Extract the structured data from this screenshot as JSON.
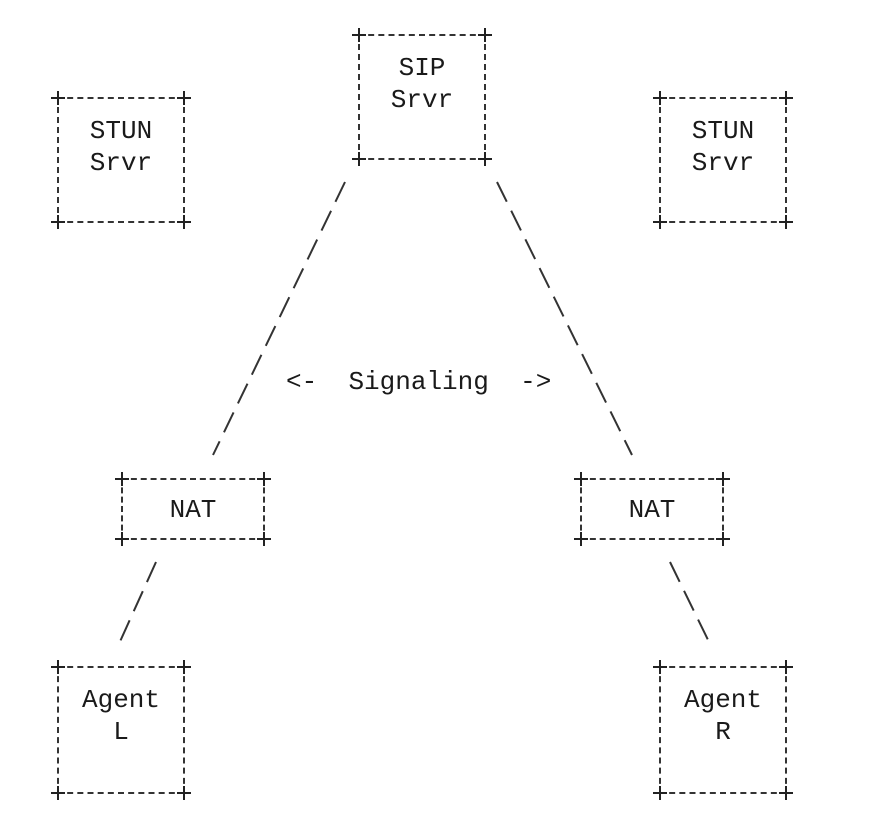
{
  "boxes": {
    "sip": {
      "line1": "SIP",
      "line2": "Srvr"
    },
    "stun_left": {
      "line1": "STUN",
      "line2": "Srvr"
    },
    "stun_right": {
      "line1": "STUN",
      "line2": "Srvr"
    },
    "nat_left": {
      "line1": "NAT"
    },
    "nat_right": {
      "line1": "NAT"
    },
    "agent_left": {
      "line1": "Agent",
      "line2": "L"
    },
    "agent_right": {
      "line1": "Agent",
      "line2": "R"
    }
  },
  "signaling": {
    "left_arrow": "<-",
    "label": "Signaling",
    "right_arrow": "->"
  },
  "colors": {
    "ink": "#1a1a1a",
    "stroke": "#333333"
  }
}
